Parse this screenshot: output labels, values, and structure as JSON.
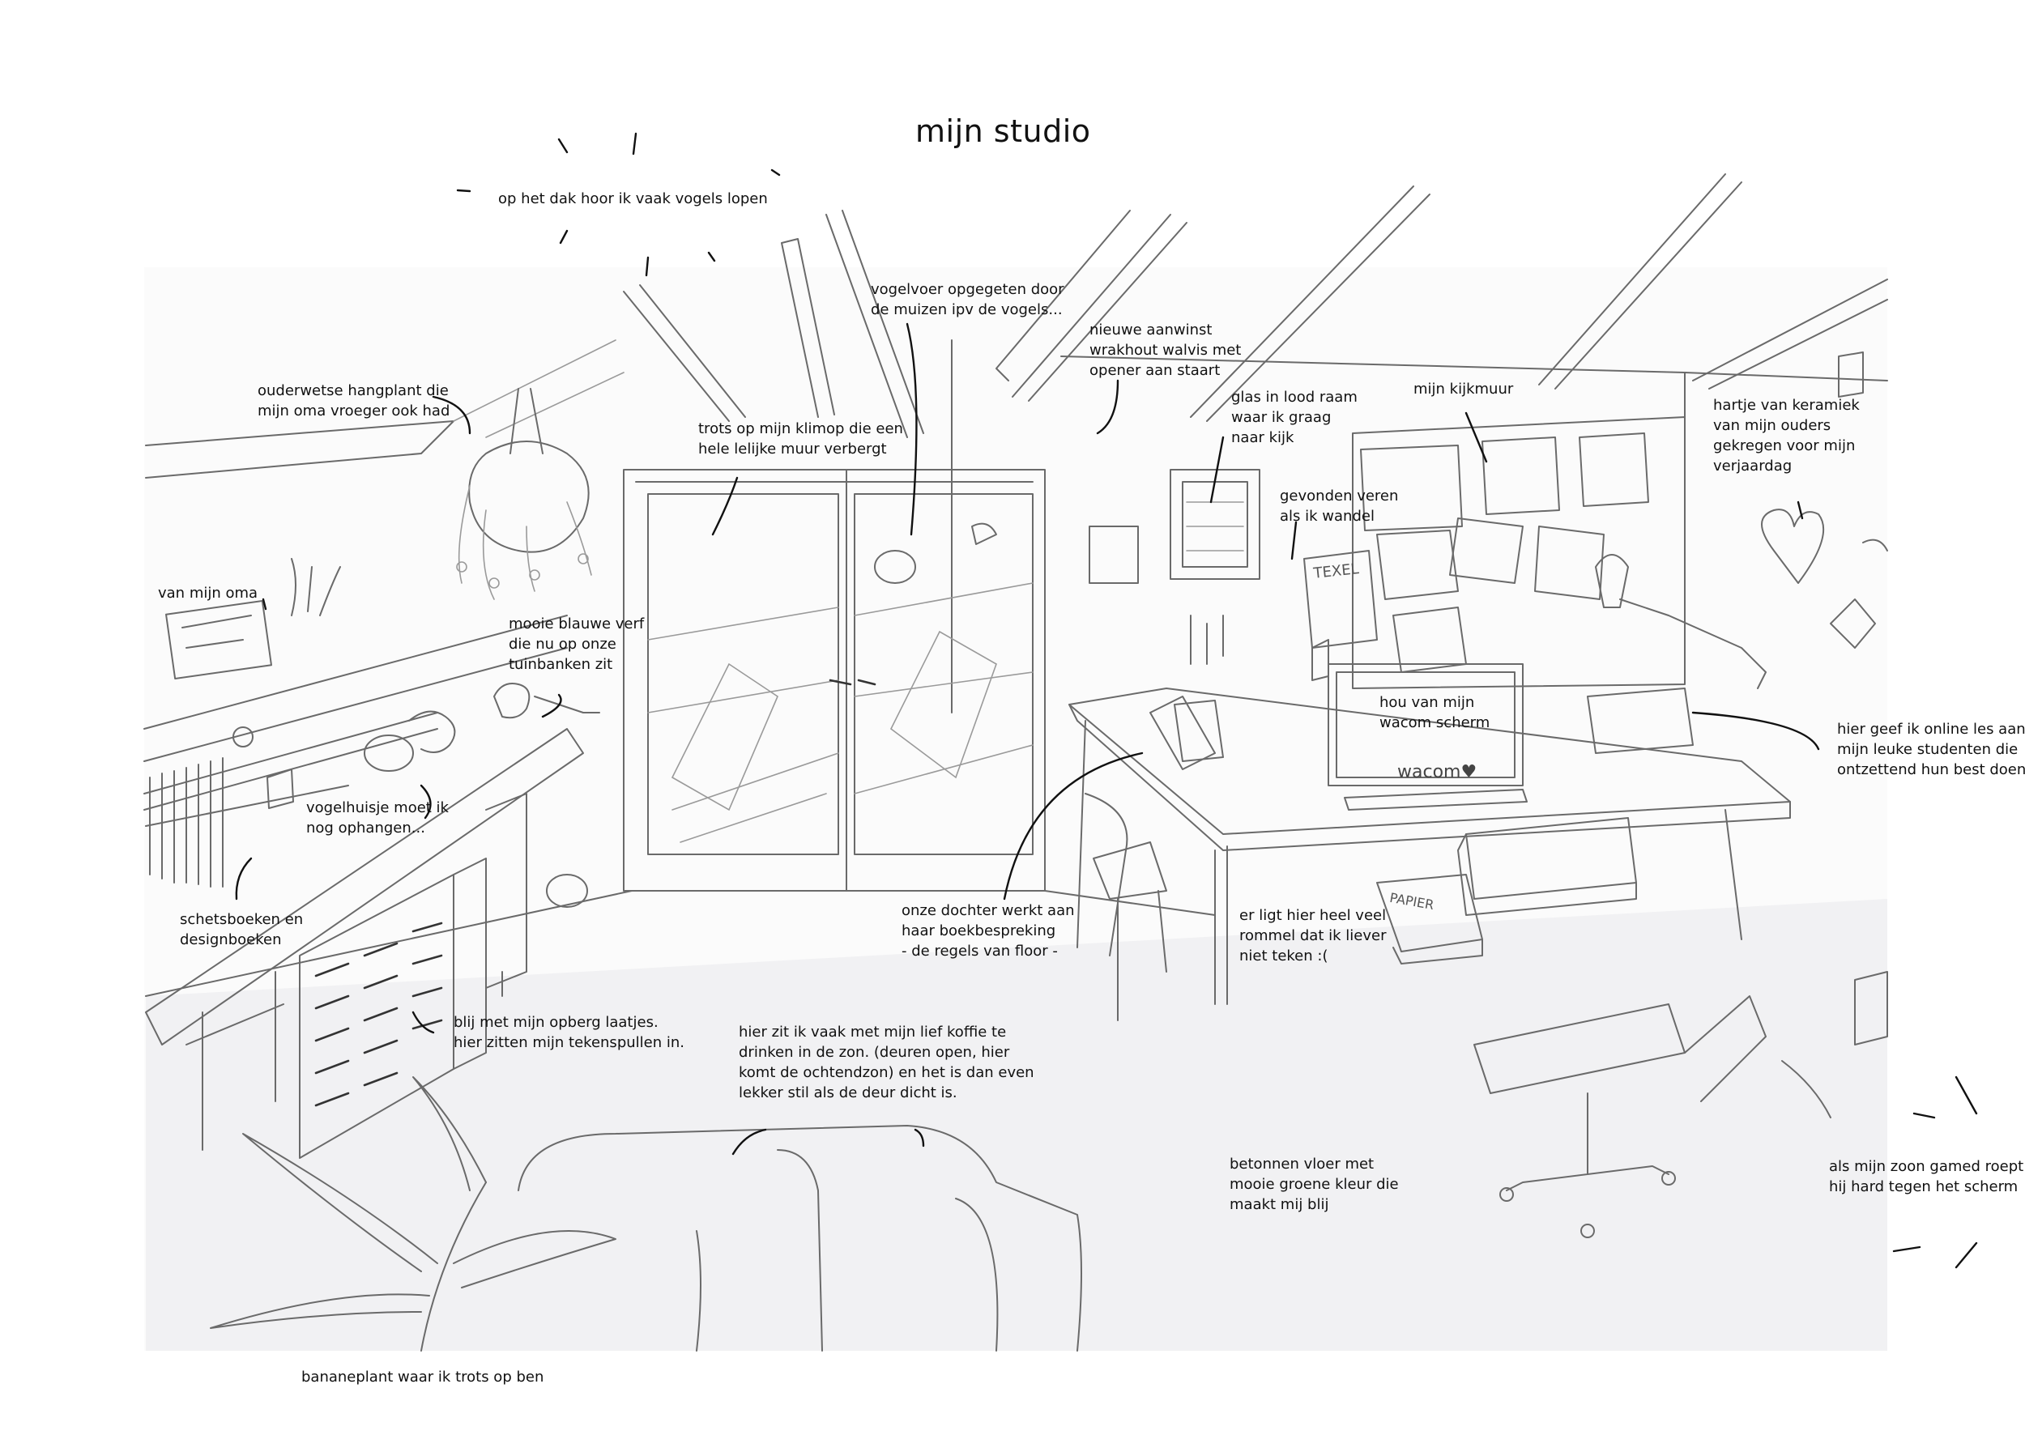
{
  "title": "mijn studio",
  "notes": {
    "dak": [
      "op het dak hoor ik vaak vogels lopen"
    ],
    "hangplant": [
      "ouderwetse hangplant die",
      "mijn oma vroeger ook had"
    ],
    "oma": [
      "van mijn oma"
    ],
    "verf": [
      "mooie blauwe verf",
      "die nu op onze",
      "tuinbanken zit"
    ],
    "vogelhuisje": [
      "vogelhuisje moet ik",
      "nog ophangen..."
    ],
    "schetsboeken": [
      "schetsboeken en",
      "designboeken"
    ],
    "laatjes": [
      "blij met mijn opberg laatjes.",
      "hier zitten mijn tekenspullen in."
    ],
    "klimop": [
      "trots op mijn klimop die een",
      "hele lelijke muur verbergt"
    ],
    "vogelvoer": [
      "vogelvoer opgegeten door",
      "de muizen ipv de vogels..."
    ],
    "walvis": [
      "nieuwe aanwinst",
      "wrakhout walvis met",
      "opener aan staart"
    ],
    "glas": [
      "glas in lood raam",
      "waar ik graag",
      "naar kijk"
    ],
    "veren": [
      "gevonden veren",
      "als ik wandel"
    ],
    "kijkmuur": [
      "mijn kijkmuur"
    ],
    "hartje": [
      "hartje van keramiek",
      "van mijn ouders",
      "gekregen voor mijn",
      "verjaardag"
    ],
    "wacom": [
      "hou van mijn",
      "wacom scherm"
    ],
    "online": [
      "hier geef ik online les aan",
      "mijn leuke studenten die",
      "ontzettend hun best doen!"
    ],
    "dochter": [
      "onze dochter werkt aan",
      "haar boekbespreking",
      "- de regels van floor -"
    ],
    "rommel": [
      "er ligt hier heel veel",
      "rommel dat ik liever",
      "niet teken :("
    ],
    "koffie": [
      "hier zit ik vaak met mijn lief koffie te",
      "drinken in de zon. (deuren open, hier",
      "komt de ochtendzon) en het is dan even",
      "lekker stil als de deur dicht is."
    ],
    "vloer": [
      "betonnen vloer met",
      "mooie groene kleur die",
      "maakt mij blij"
    ],
    "zoon": [
      "als mijn zoon gamed roept",
      "hij hard tegen het scherm"
    ],
    "bananeplant": [
      "bananeplant waar ik trots op ben"
    ]
  },
  "sketch_text": {
    "texel": "TEXEL",
    "papier": "PAPIER",
    "wacom_logo": "wacom♥"
  }
}
